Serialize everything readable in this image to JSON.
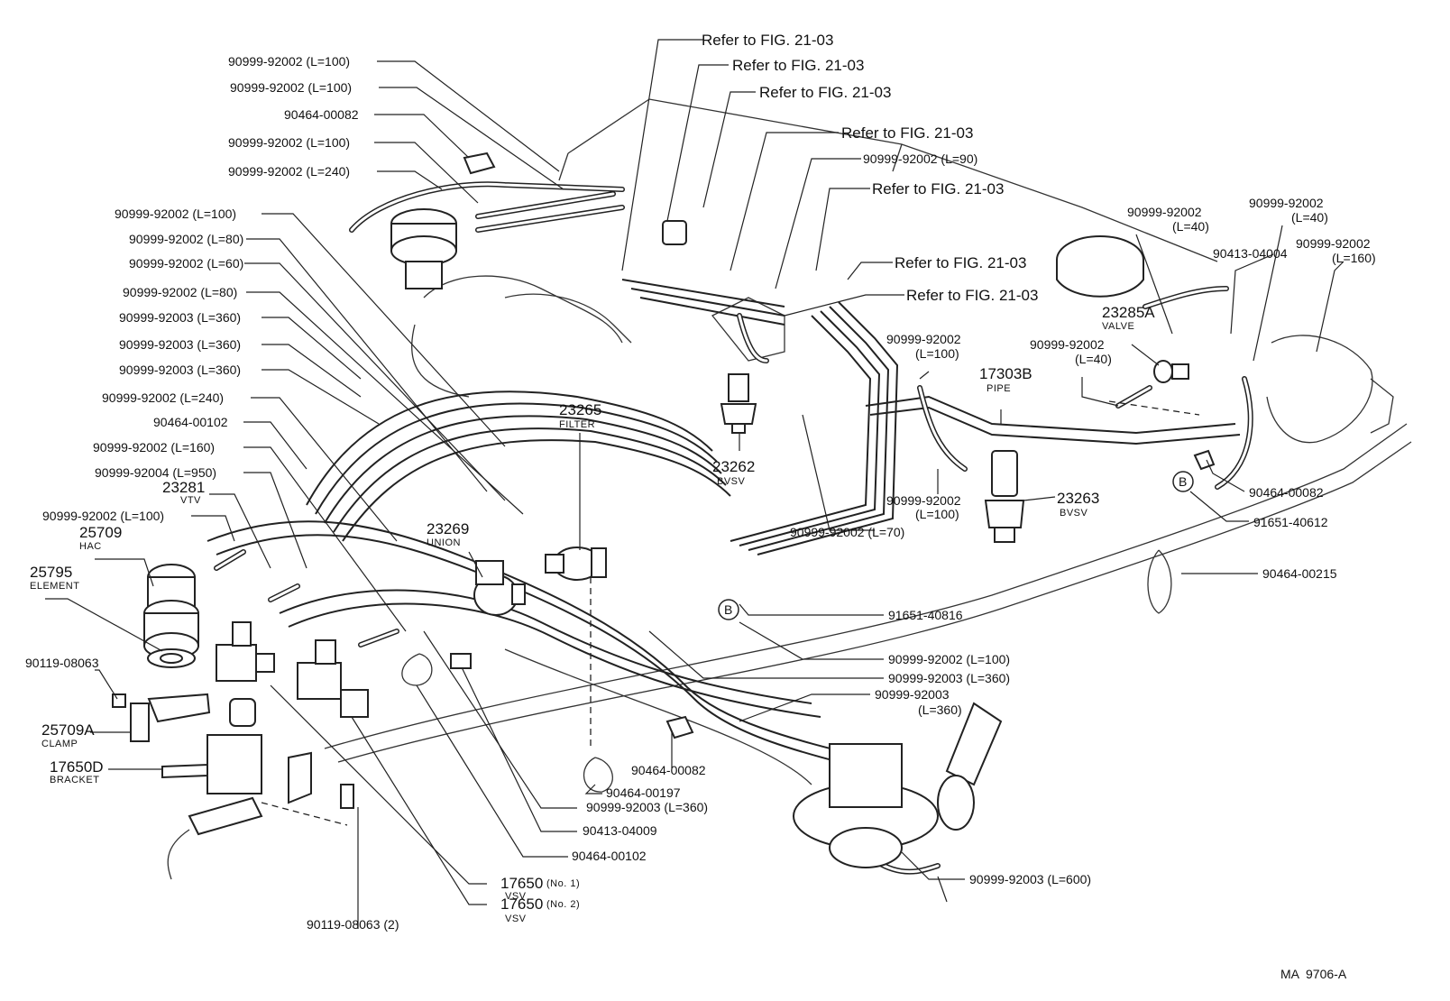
{
  "figure_code": "MA  9706-A",
  "labels": {
    "refer_1": "Refer to FIG. 21-03",
    "refer_2": "Refer to FIG. 21-03",
    "refer_3": "Refer to FIG. 21-03",
    "refer_4": "Refer to FIG. 21-03",
    "refer_5": "Refer to FIG. 21-03",
    "refer_6": "Refer to FIG. 21-03",
    "refer_7": "Refer to FIG. 21-03",
    "left_1": "90999-92002 (L=100)",
    "left_2": "90999-92002 (L=100)",
    "left_3": "90464-00082",
    "left_4": "90999-92002 (L=100)",
    "left_5": "90999-92002 (L=240)",
    "left_6": "90999-92002 (L=100)",
    "left_7": "90999-92002 (L=80)",
    "left_8": "90999-92002 (L=60)",
    "left_9": "90999-92002 (L=80)",
    "left_10": "90999-92003 (L=360)",
    "left_11": "90999-92003 (L=360)",
    "left_12": "90999-92003 (L=360)",
    "left_13": "90999-92002 (L=240)",
    "left_14": "90464-00102",
    "left_15": "90999-92002 (L=160)",
    "left_16": "90999-92004 (L=950)",
    "vtv_num": "23281",
    "vtv_name": "VTV",
    "left_17": "90999-92002 (L=100)",
    "hac_num": "25709",
    "hac_name": "HAC",
    "element_num": "25795",
    "element_name": "ELEMENT",
    "bolt_1": "90119-08063",
    "clamp_num": "25709A",
    "clamp_name": "CLAMP",
    "bracket_num": "17650D",
    "bracket_name": "BRACKET",
    "bolt_2": "90119-08063 (2)",
    "vsv1_num": "17650",
    "vsv1_suffix": "(No. 1)",
    "vsv1_name": "VSV",
    "vsv2_num": "17650",
    "vsv2_suffix": "(No. 2)",
    "vsv2_name": "VSV",
    "clip_102b": "90464-00102",
    "clip_4009": "90413-04009",
    "hose_360c": "90999-92003 (L=360)",
    "clip_197": "90464-00197",
    "clip_82c": "90464-00082",
    "filter_num": "23265",
    "filter_name": "FILTER",
    "union_num": "23269",
    "union_name": "UNION",
    "bvsv1_num": "23262",
    "bvsv1_name": "BVSV",
    "hose_90": "90999-92002 (L=90)",
    "hose_70": "90999-92002 (L=70)",
    "hose_100a": "90999-92002",
    "hose_100a_len": "(L=100)",
    "pipe_num": "17303B",
    "pipe_name": "PIPE",
    "hose_100b": "90999-92002",
    "hose_100b_len": "(L=100)",
    "bvsv2_num": "23263",
    "bvsv2_name": "BVSV",
    "hose_40a": "90999-92002",
    "hose_40a_len": "(L=40)",
    "valve_num": "23285A",
    "valve_name": "VALVE",
    "hose_40b": "90999-92002",
    "hose_40b_len": "(L=40)",
    "clip_4004": "90413-04004",
    "hose_40c": "90999-92002",
    "hose_40c_len": "(L=40)",
    "hose_160r": "90999-92002",
    "hose_160r_len": "(L=160)",
    "clip_82r": "90464-00082",
    "b_mark_1": "B",
    "clamp_612": "91651-40612",
    "clip_215": "90464-00215",
    "b_mark_2": "B",
    "clamp_816": "91651-40816",
    "hose_100c": "90999-92002 (L=100)",
    "hose_360d": "90999-92003 (L=360)",
    "hose_360e": "90999-92003",
    "hose_360e_len": "(L=360)",
    "hose_600": "90999-92003 (L=600)"
  }
}
